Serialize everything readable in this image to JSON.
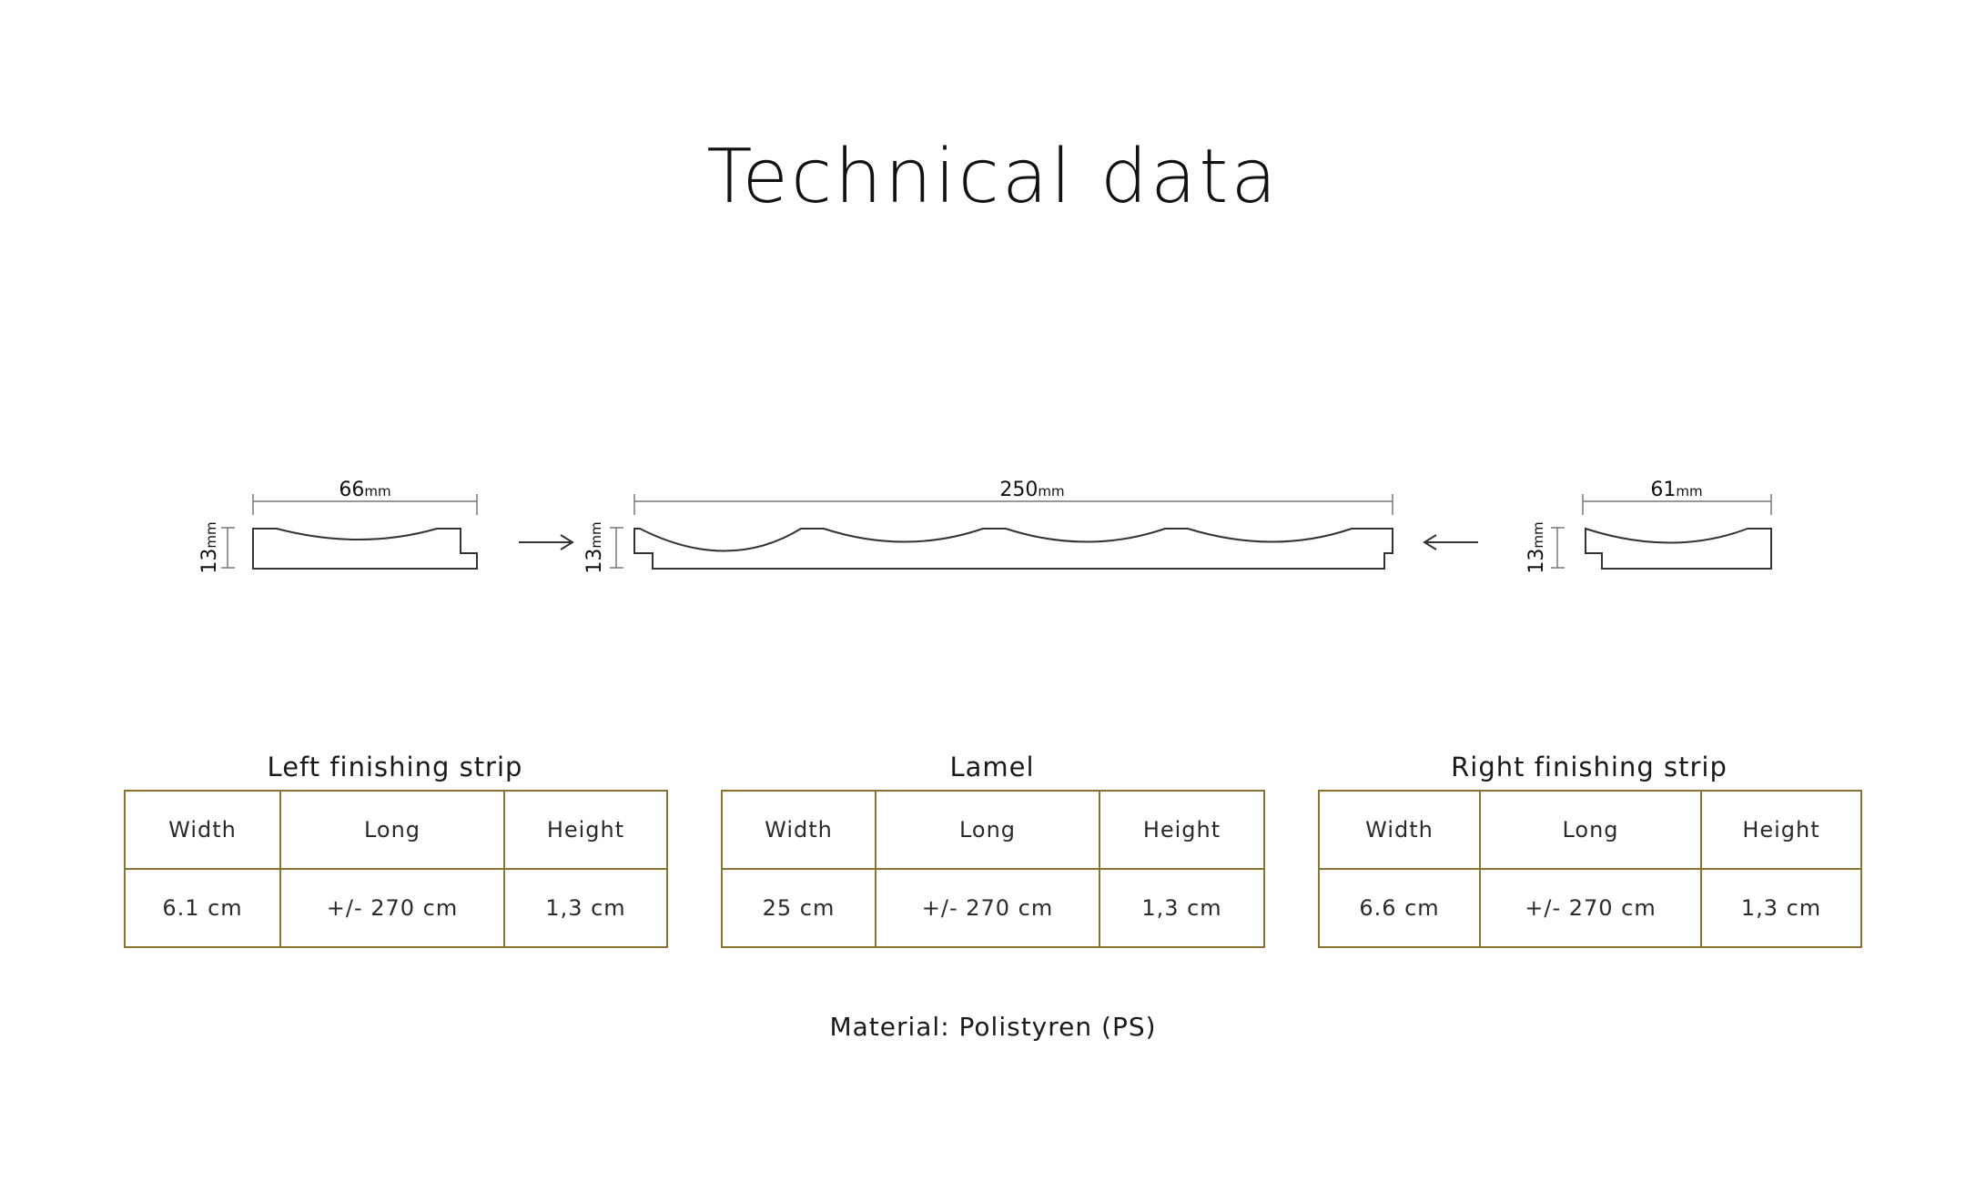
{
  "page": {
    "title": "Technical data",
    "material": "Material: Polistyren (PS)"
  },
  "diagram": {
    "left_strip": {
      "width_value": "66",
      "height_value": "13",
      "unit": "mm"
    },
    "lamel": {
      "width_value": "250",
      "height_value": "13",
      "unit": "mm"
    },
    "right_strip": {
      "width_value": "61",
      "height_value": "13",
      "unit": "mm"
    },
    "arrow_left": "arrow-right-icon",
    "arrow_right": "arrow-left-icon"
  },
  "tables": [
    {
      "title": "Left finishing strip",
      "headers": [
        "Width",
        "Long",
        "Height"
      ],
      "values": [
        "6.1 cm",
        "+/- 270 cm",
        "1,3 cm"
      ]
    },
    {
      "title": "Lamel",
      "headers": [
        "Width",
        "Long",
        "Height"
      ],
      "values": [
        "25 cm",
        "+/- 270 cm",
        "1,3 cm"
      ]
    },
    {
      "title": "Right finishing strip",
      "headers": [
        "Width",
        "Long",
        "Height"
      ],
      "values": [
        "6.6 cm",
        "+/- 270 cm",
        "1,3 cm"
      ]
    }
  ],
  "colors": {
    "table_border": "#8a7330",
    "line": "#333333",
    "dimension_line": "#777777"
  }
}
